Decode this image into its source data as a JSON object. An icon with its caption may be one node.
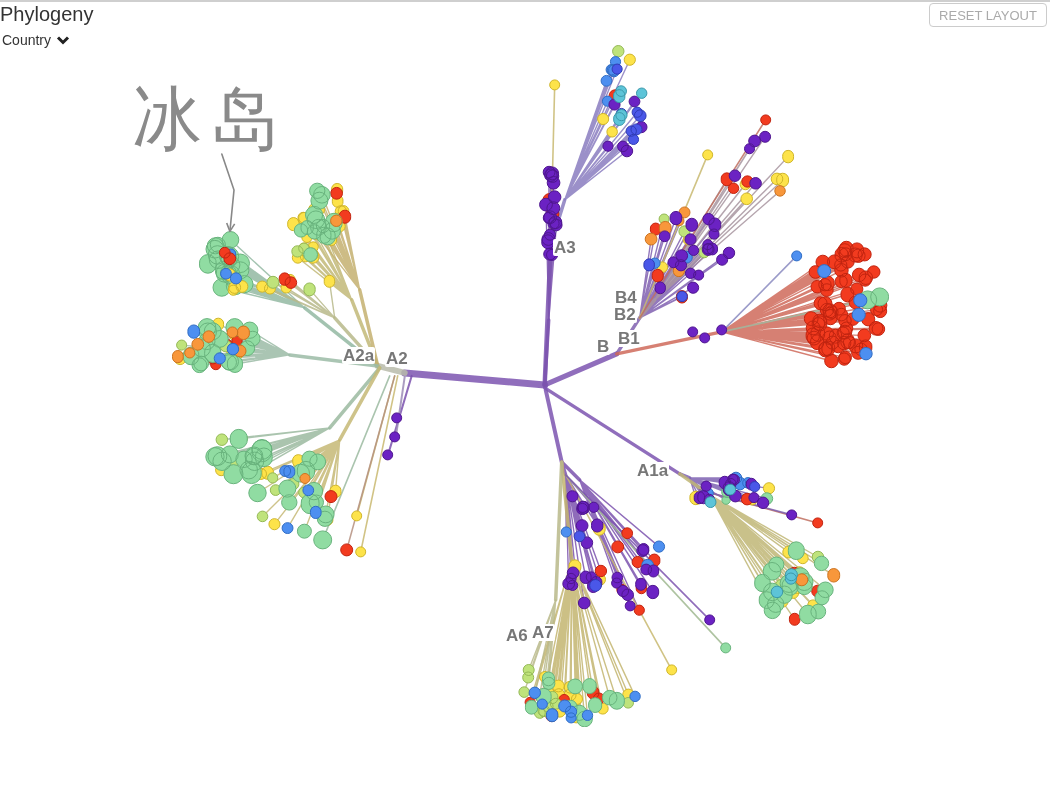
{
  "diagram": {
    "title": "Phylogeny",
    "nodes": [
      {
        "text": [
          "冰岛"
        ]
      },
      {
        "text": [],
        "shape": "picture"
      }
    ],
    "edges": [
      {
        "from": 0,
        "to": 1,
        "arrow": "to"
      }
    ],
    "labels": [
      "RESET LAYOUT",
      "Country",
      "A3",
      "B4",
      "B2",
      "B1",
      "B",
      "A2a",
      "A2",
      "A1a",
      "A6",
      "A7"
    ]
  }
}
